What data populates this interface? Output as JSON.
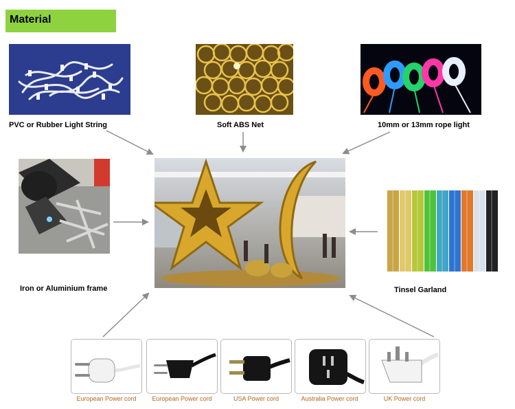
{
  "section_title": "Material",
  "materials": {
    "light_string": "PVC or Rubber Light String",
    "abs_net": "Soft ABS Net",
    "rope_light": "10mm or 13mm rope light",
    "frame": "Iron or Aluminium frame",
    "tinsel": "Tinsel Garland"
  },
  "power_cords": [
    {
      "label": "European Power cord",
      "icon": "european-plug-2pin-round"
    },
    {
      "label": "European Power cord",
      "icon": "european-plug-2pin-flat"
    },
    {
      "label": "USA Power cord",
      "icon": "usa-plug"
    },
    {
      "label": "Australia Power cord",
      "icon": "australia-plug"
    },
    {
      "label": "UK Power cord",
      "icon": "uk-plug"
    }
  ],
  "colors": {
    "title_bg": "#8ed33f",
    "cord_label": "#b5651d",
    "arrow": "#8c8c8c"
  }
}
